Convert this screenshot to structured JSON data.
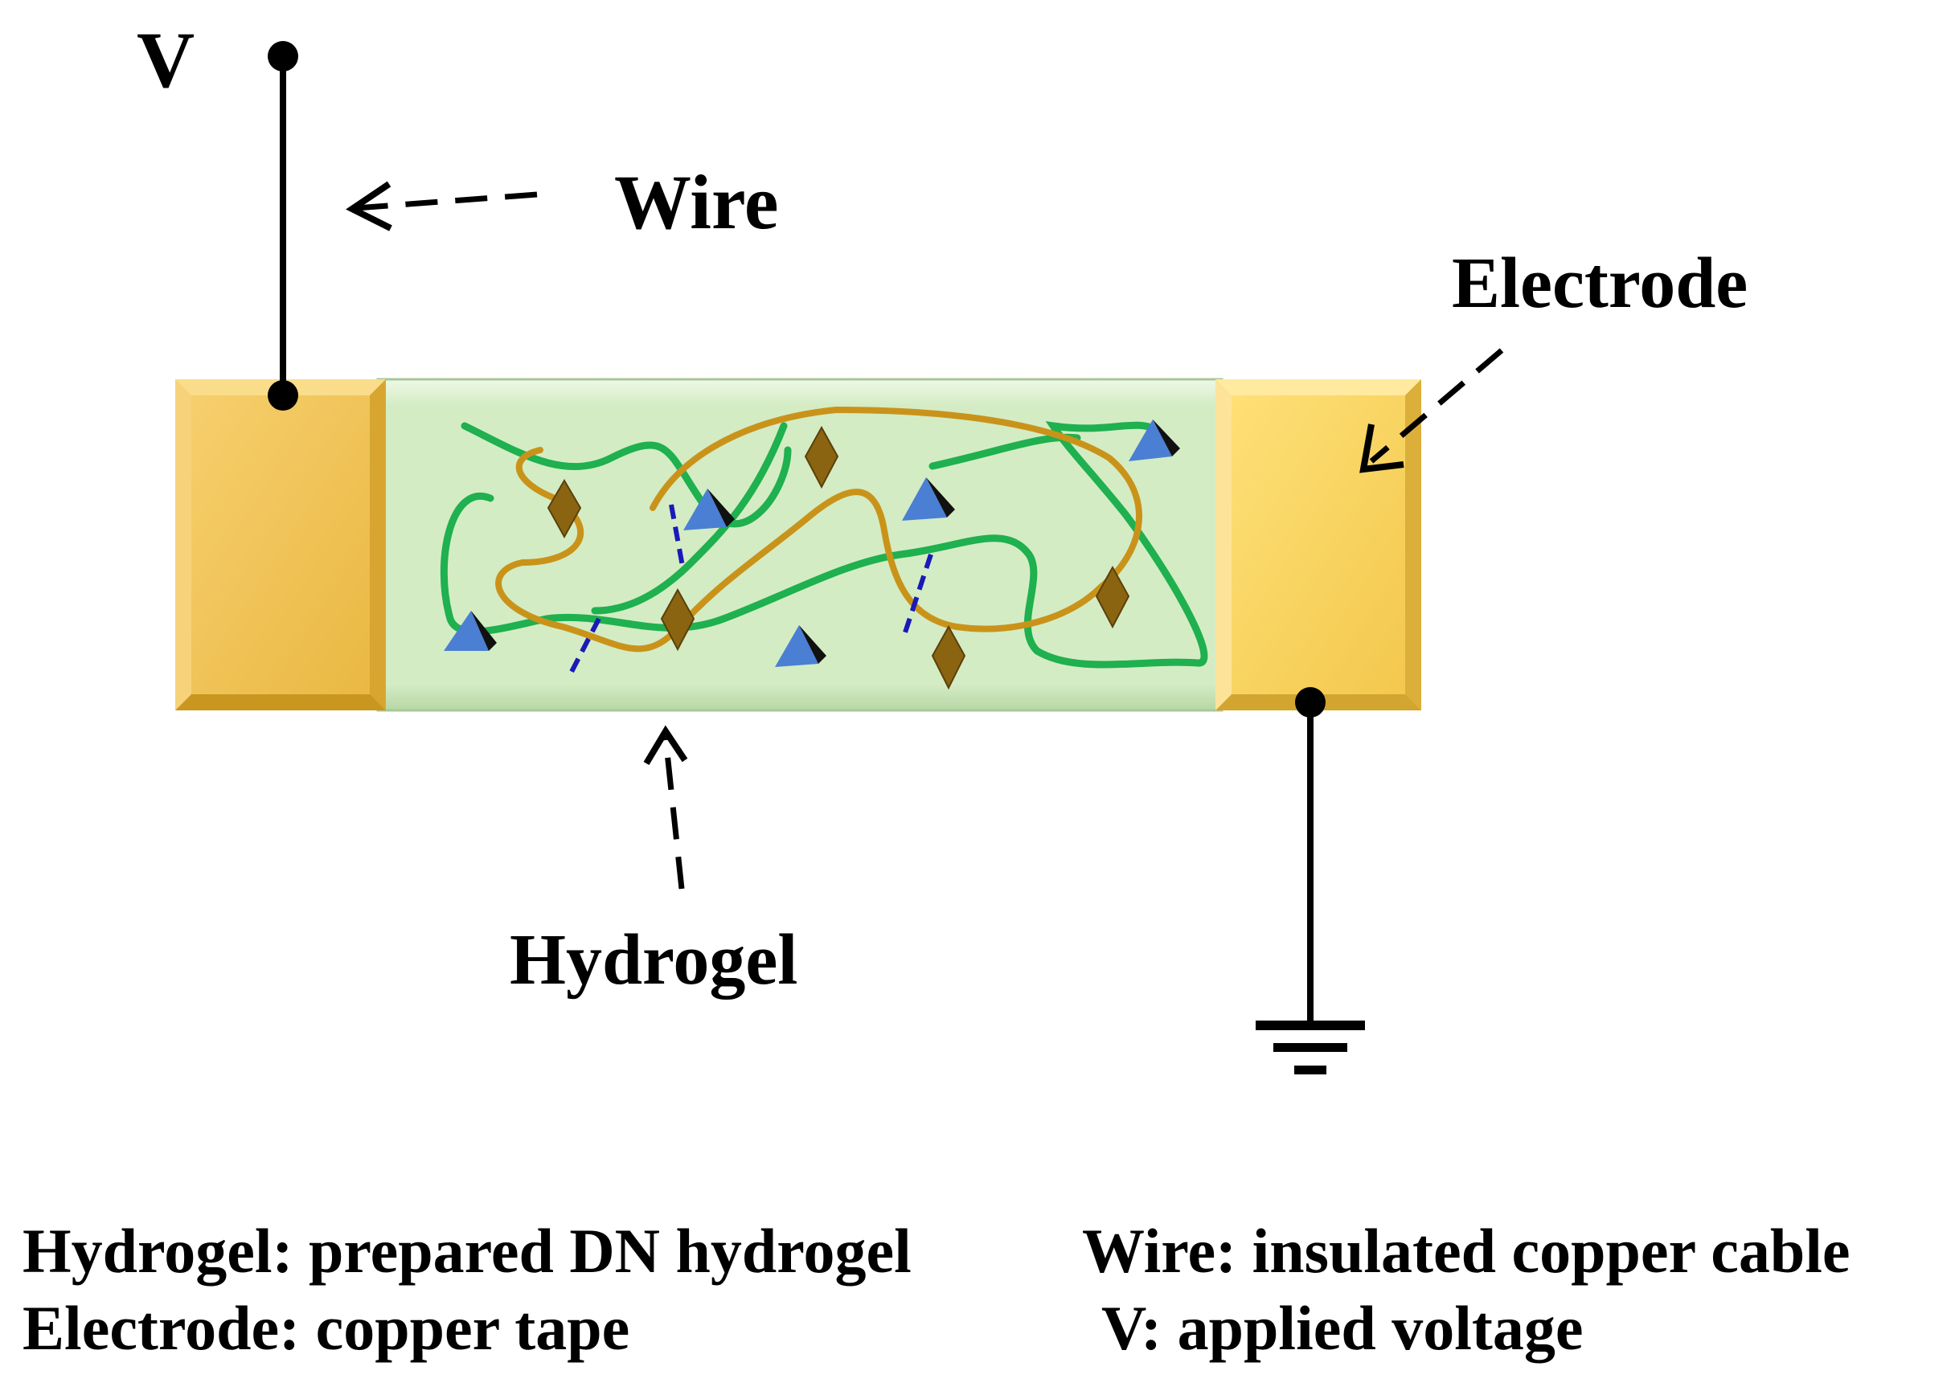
{
  "labels": {
    "voltage": "V",
    "wire": "Wire",
    "electrode": "Electrode",
    "hydrogel": "Hydrogel"
  },
  "legend": {
    "hydrogel": "Hydrogel: prepared DN hydrogel",
    "wire": "Wire: insulated copper cable",
    "electrode": "Electrode: copper tape",
    "voltage": "V: applied voltage"
  },
  "colors": {
    "electrode": "#f0c04a",
    "hydrogel_fill": "#d4ecc4",
    "network_green": "#1fb04f",
    "network_gold": "#c9931a",
    "crosslink": "#1a1ab8",
    "ion": "#4a7fd4",
    "diamond": "#8a6410"
  }
}
